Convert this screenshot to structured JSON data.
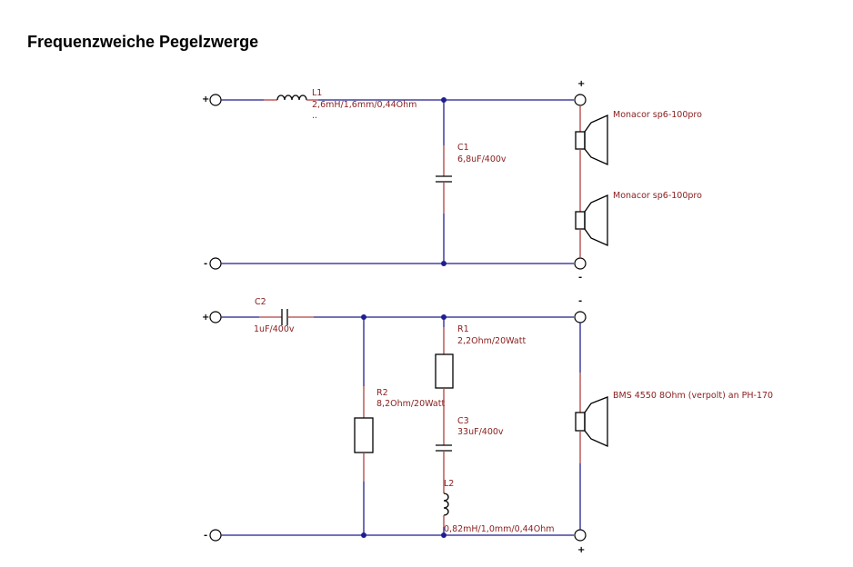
{
  "title": "Frequenzweiche Pegelzwerge",
  "labels": {
    "l1_name": "L1",
    "l1_value": "2,6mH/1,6mm/0,44Ohm",
    "l1_extra": "..",
    "c1_name": "C1",
    "c1_value": "6,8uF/400v",
    "spk1": "Monacor sp6-100pro",
    "spk2": "Monacor sp6-100pro",
    "c2_name": "C2",
    "c2_value": "1uF/400v",
    "r1_name": "R1",
    "r1_value": "2,2Ohm/20Watt",
    "r2_name": "R2",
    "r2_value": "8,2Ohm/20Watt",
    "c3_name": "C3",
    "c3_value": "33uF/400v",
    "l2_name": "L2",
    "l2_value": "0,82mH/1,0mm/0,44Ohm",
    "spk3": "BMS 4550 8Ohm (verpolt) an PH-170"
  },
  "signs": {
    "in1_plus": "+",
    "in1_minus": "-",
    "out1_plus": "+",
    "out1_minus": "-",
    "in2_plus": "+",
    "in2_minus": "-",
    "out2_top": "-",
    "out2_bottom": "+"
  },
  "colors": {
    "wire": "#1f1f8f",
    "lead": "#b04040",
    "label": "#8b2020"
  }
}
